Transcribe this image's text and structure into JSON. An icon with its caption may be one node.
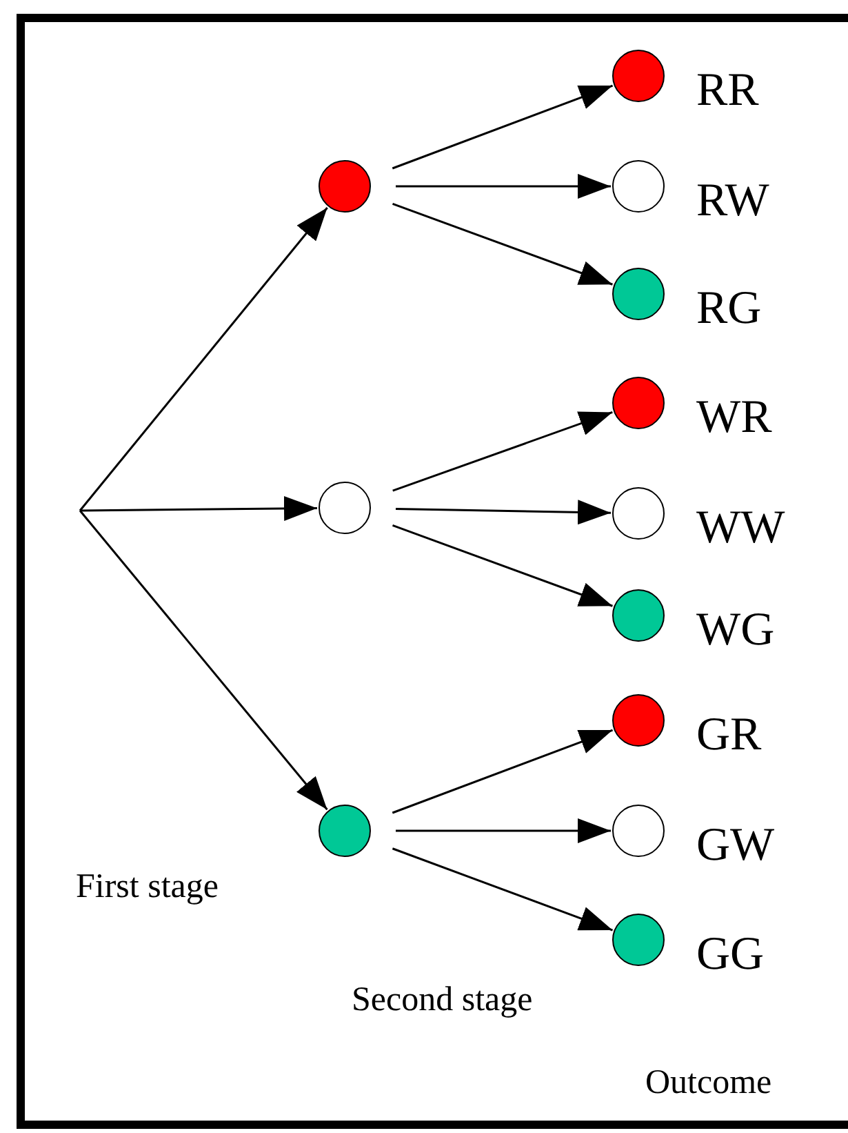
{
  "diagram": {
    "nodes": [
      {
        "text": [],
        "shape": "circle"
      },
      {
        "text": [],
        "shape": "circle"
      },
      {
        "text": [],
        "shape": "circle"
      },
      {
        "text": [],
        "shape": "circle",
        "beside": [
          "RR"
        ]
      },
      {
        "text": [],
        "shape": "circle",
        "beside": [
          "RW"
        ]
      },
      {
        "text": [],
        "shape": "circle",
        "beside": [
          "RG"
        ]
      },
      {
        "text": [],
        "shape": "circle",
        "beside": [
          "WR"
        ]
      },
      {
        "text": [],
        "shape": "circle",
        "beside": [
          "WW"
        ]
      },
      {
        "text": [],
        "shape": "circle",
        "beside": [
          "WG"
        ]
      },
      {
        "text": [],
        "shape": "circle",
        "beside": [
          "GR"
        ]
      },
      {
        "text": [],
        "shape": "circle",
        "beside": [
          "GW"
        ]
      },
      {
        "text": [],
        "shape": "circle",
        "beside": [
          "GG"
        ]
      }
    ],
    "edges": [
      {
        "from": null,
        "to": 0,
        "arrow": "to"
      },
      {
        "from": null,
        "to": 1,
        "arrow": "to"
      },
      {
        "from": null,
        "to": 2,
        "arrow": "to"
      },
      {
        "from": 0,
        "to": 3,
        "arrow": "to"
      },
      {
        "from": 0,
        "to": 4,
        "arrow": "to"
      },
      {
        "from": 0,
        "to": 5,
        "arrow": "to"
      },
      {
        "from": 1,
        "to": 6,
        "arrow": "to"
      },
      {
        "from": 1,
        "to": 7,
        "arrow": "to"
      },
      {
        "from": 1,
        "to": 8,
        "arrow": "to"
      },
      {
        "from": 2,
        "to": 9,
        "arrow": "to"
      },
      {
        "from": 2,
        "to": 10,
        "arrow": "to"
      },
      {
        "from": 2,
        "to": 11,
        "arrow": "to"
      }
    ],
    "labels": [
      "First stage",
      "Second stage",
      "Outcome"
    ]
  }
}
